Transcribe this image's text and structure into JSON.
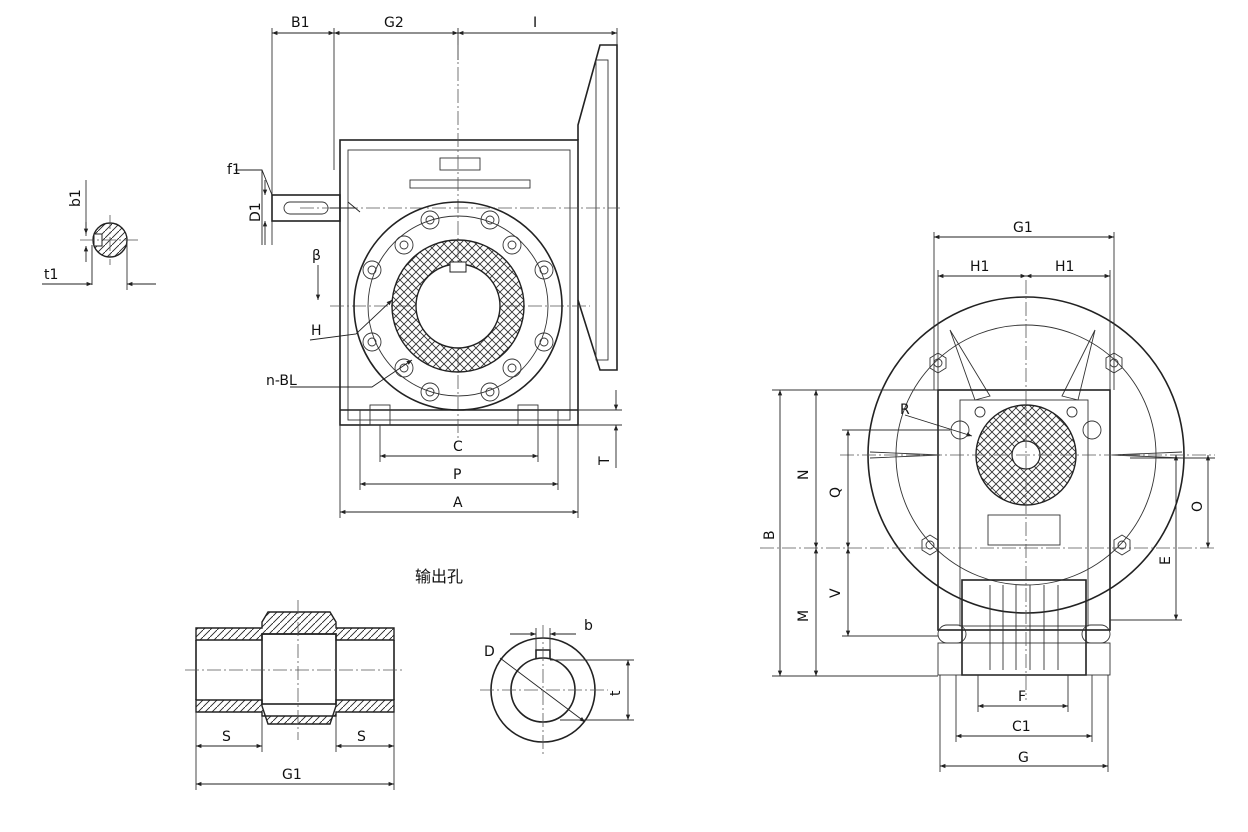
{
  "labels": {
    "B1": "B1",
    "G2": "G2",
    "I": "I",
    "f1": "f1",
    "D1": "D1",
    "beta": "β",
    "H": "H",
    "nBL": "n-BL",
    "b1": "b1",
    "t1": "t1",
    "C": "C",
    "P": "P",
    "A": "A",
    "T": "T",
    "title_output_hole": "输出孔",
    "S_left": "S",
    "S_right": "S",
    "G1_bottom": "G1",
    "D": "D",
    "b": "b",
    "t": "t",
    "G1_top": "G1",
    "H1_left": "H1",
    "H1_right": "H1",
    "R": "R",
    "N": "N",
    "Q": "Q",
    "B": "B",
    "M": "M",
    "V": "V",
    "O": "O",
    "E": "E",
    "F": "F",
    "C1": "C1",
    "G": "G"
  }
}
